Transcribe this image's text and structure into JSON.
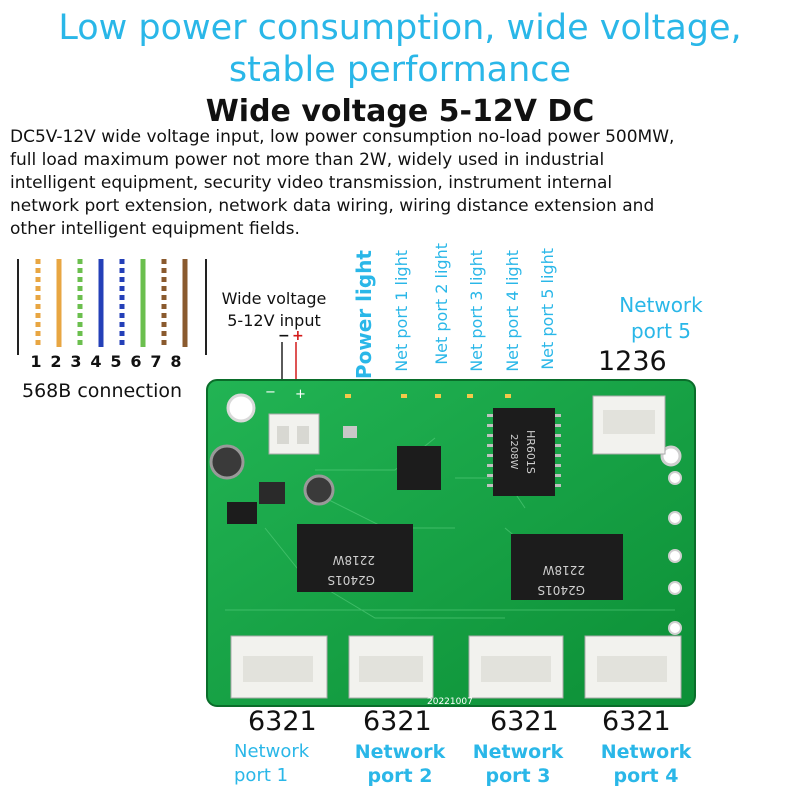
{
  "headline": {
    "line1": "Low power consumption, wide voltage,",
    "line2": "stable performance"
  },
  "subtitle": "Wide voltage 5-12V DC",
  "description": [
    "DC5V-12V wide voltage input, low power consumption no-load power 500MW,",
    "full load maximum power not more than 2W, widely used in industrial",
    "intelligent equipment, security video transmission, instrument internal",
    "network port extension, network data wiring, wiring distance extension and",
    "other intelligent equipment fields."
  ],
  "wiring": {
    "pins": [
      "1",
      "2",
      "3",
      "4",
      "5",
      "6",
      "7",
      "8"
    ],
    "caption": "568B connection",
    "colors": [
      "#e8a642",
      "#e8a642",
      "#6bbf4e",
      "#2440b8",
      "#2440b8",
      "#6bbf4e",
      "#8a5a2e",
      "#8a5a2e"
    ]
  },
  "power_input": {
    "line1": "Wide voltage",
    "line2": "5-12V input",
    "minus": "−",
    "plus": "+"
  },
  "lights": {
    "power": "Power light",
    "port1": "Net port 1 light",
    "port2": "Net port 2 light",
    "port3": "Net port 3 light",
    "port4": "Net port 4 light",
    "port5": "Net port 5 light"
  },
  "port5": {
    "line1": "Network",
    "line2": "port 5",
    "code": "1236"
  },
  "ports": [
    {
      "code": "6321",
      "line1": "Network",
      "line2": "port 1"
    },
    {
      "code": "6321",
      "line1": "Network",
      "line2": "port 2"
    },
    {
      "code": "6321",
      "line1": "Network",
      "line2": "port 3"
    },
    {
      "code": "6321",
      "line1": "Network",
      "line2": "port 4"
    }
  ],
  "board": {
    "chip_text": "2218W",
    "chip_model": "G2401S",
    "chip_top_model": "HR601S",
    "chip_top_text": "2208W",
    "date_code": "20221007",
    "colors": {
      "pcb": "#0f9a3c",
      "pcb_light": "#18b04a",
      "connector": "#f2f2ee",
      "chip": "#1c1c1c"
    }
  }
}
